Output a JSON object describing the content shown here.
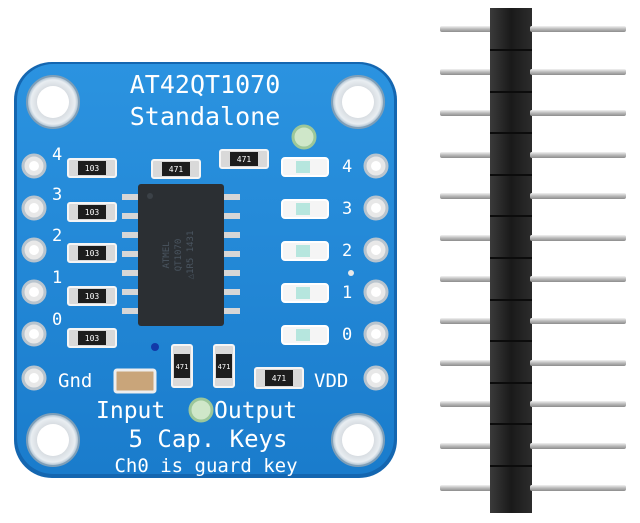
{
  "board": {
    "title": "AT42QT1070",
    "subtitle": "Standalone",
    "input_label": "Input",
    "output_label": "Output",
    "caption_keys": "5 Cap. Keys",
    "caption_guard": "Ch0 is guard key",
    "gnd_label": "Gnd",
    "vdd_label": "VDD",
    "input_pins": [
      "4",
      "3",
      "2",
      "1",
      "0"
    ],
    "output_pins": [
      "4",
      "3",
      "2",
      "1",
      "0"
    ],
    "resistors": [
      "103",
      "103",
      "103",
      "103",
      "103"
    ],
    "top_resistors": [
      "471",
      "471"
    ],
    "bottom_resistors": [
      "471",
      "471",
      "471"
    ],
    "chip_lines": [
      "ATMEL",
      "QT1070",
      "△1R5 1431"
    ],
    "colors": {
      "pcb": "#1f86d6",
      "pcb_edge": "#1466b0",
      "silk": "#ffffff",
      "chip": "#2b2f33",
      "header": "#1c1c1c",
      "pin": "#c9c9c9"
    }
  }
}
